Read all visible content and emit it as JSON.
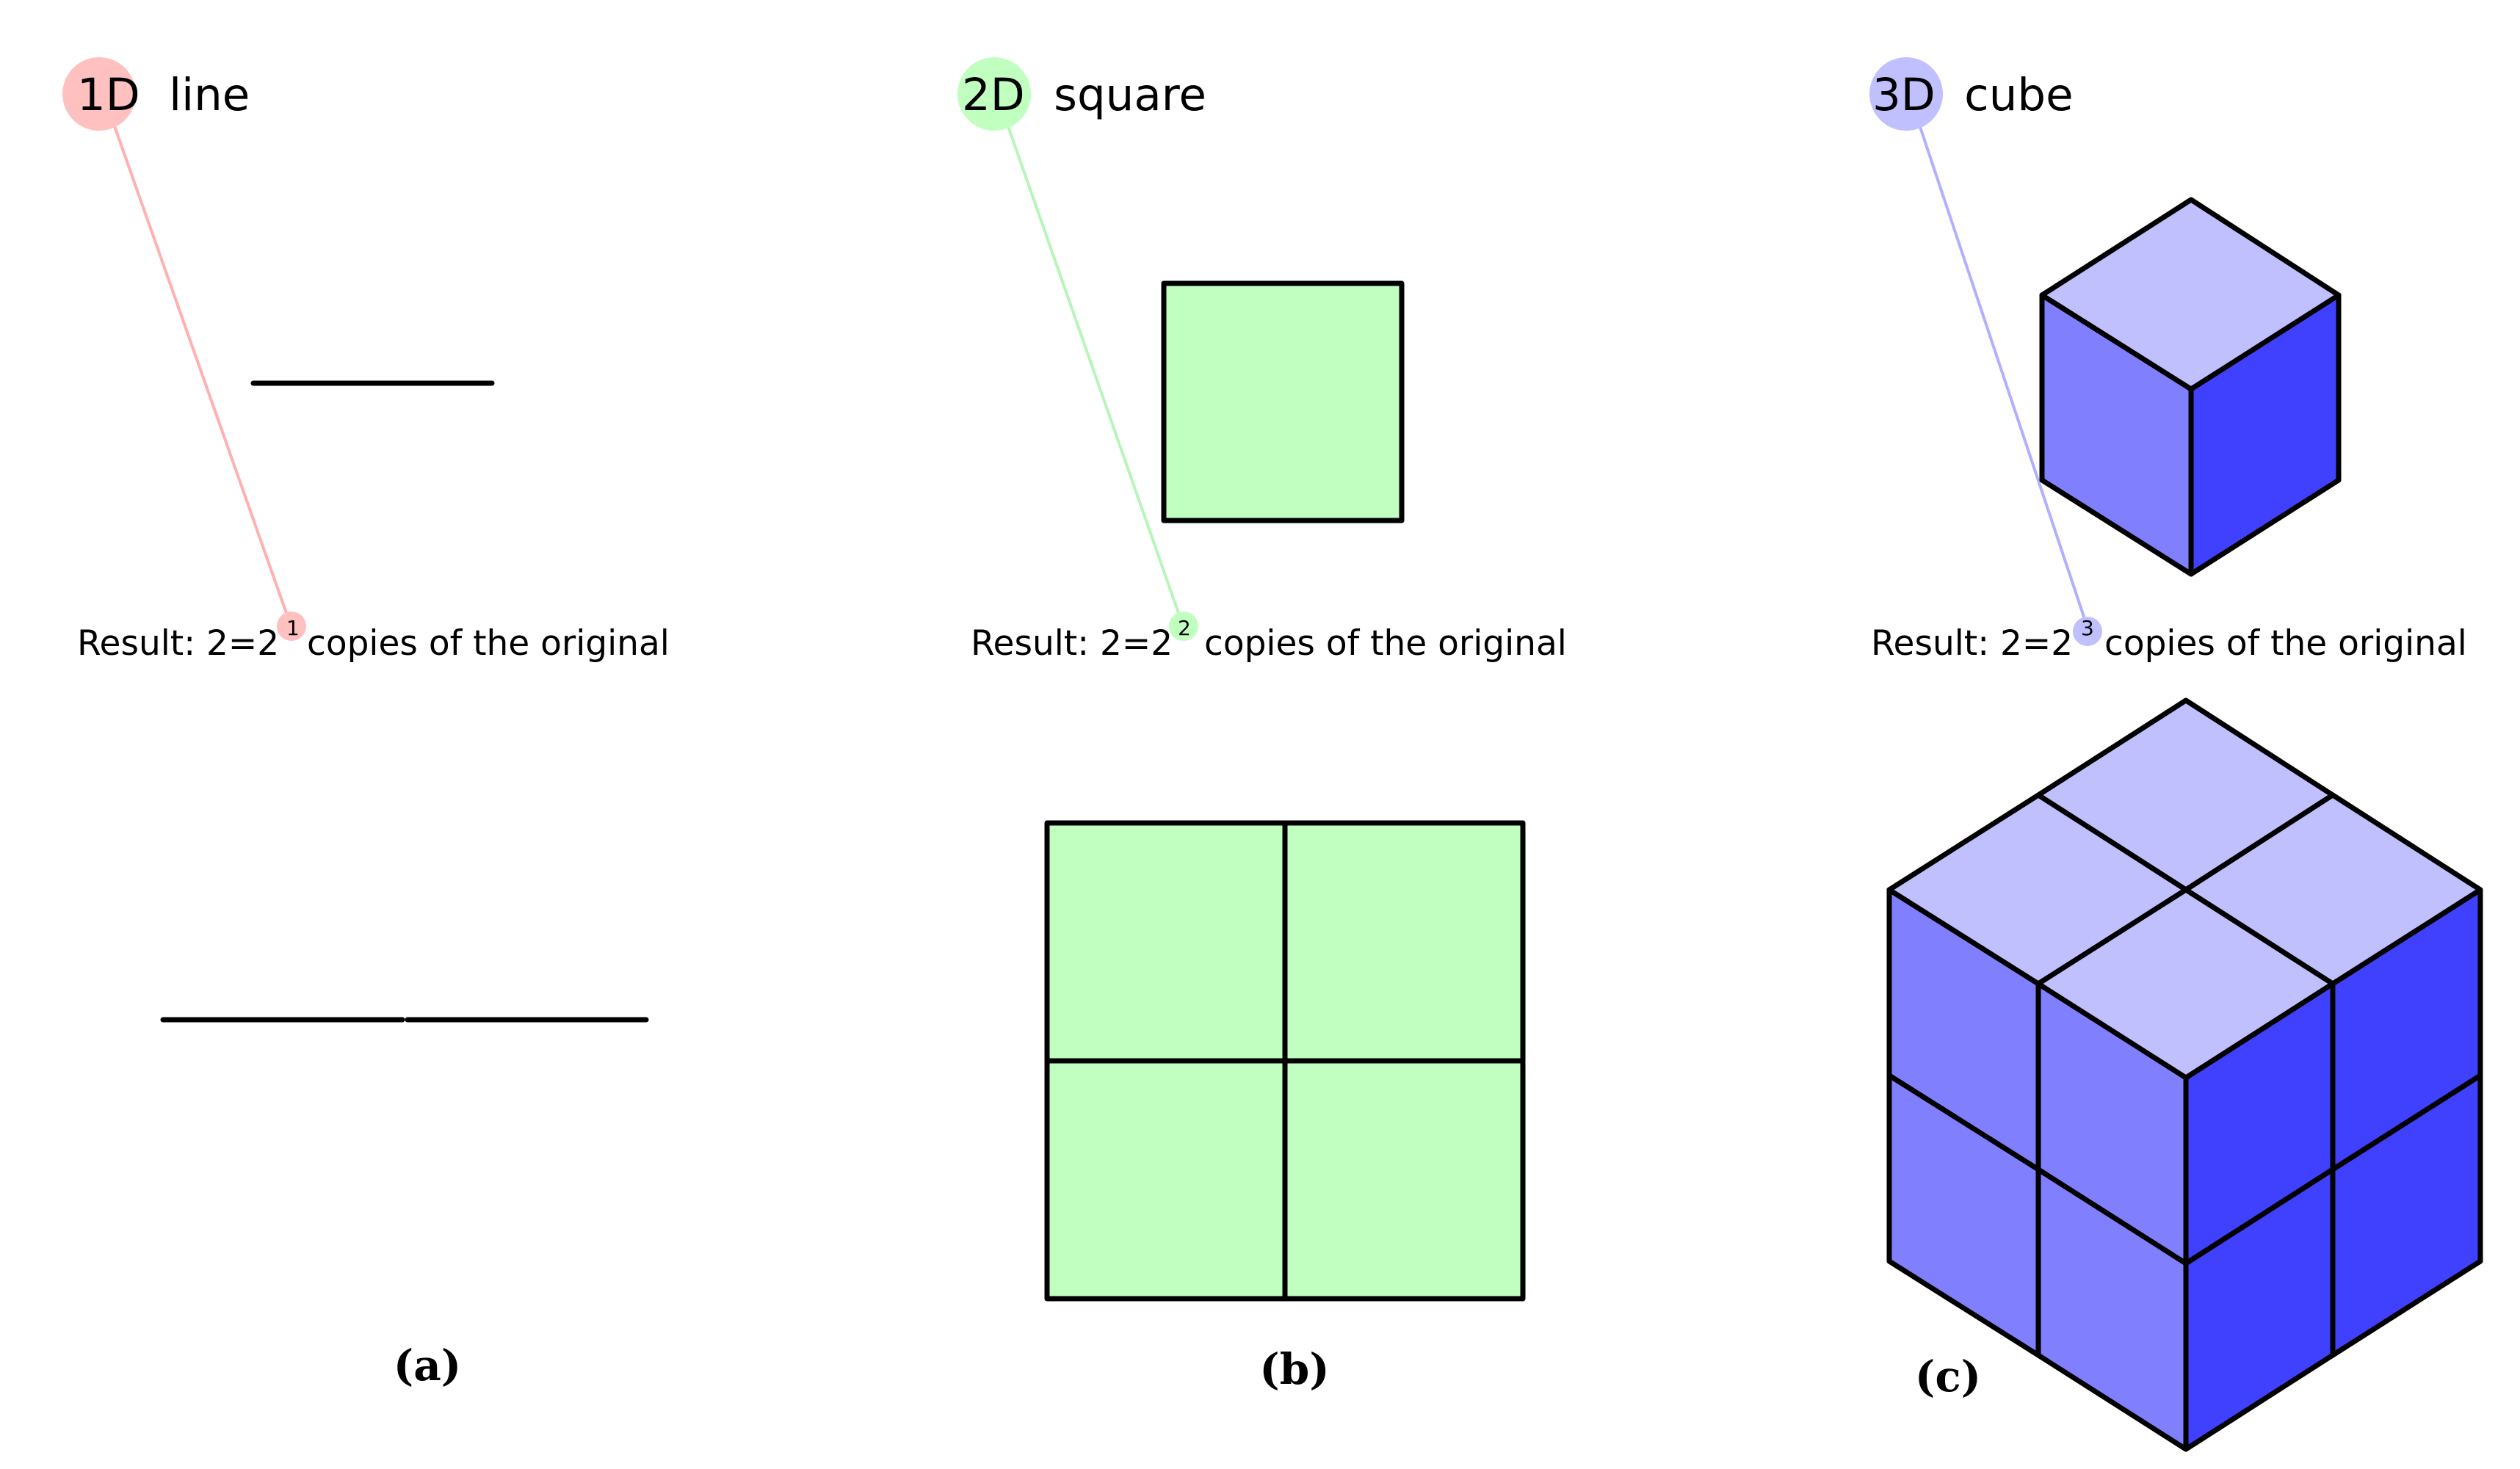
{
  "colors": {
    "red_badge": "#ffc0c0",
    "red_leader": "#ffb0b0",
    "green_fill": "#c0ffc0",
    "green_leader": "#b8f5b8",
    "blue_top": "#c0c0ff",
    "blue_left": "#8080ff",
    "blue_right": "#4040ff",
    "blue_leader": "#b0b0ff",
    "stroke": "#000000"
  },
  "panels": [
    {
      "badge": "1D",
      "name": "line",
      "result_prefix": "Result: 2=2",
      "exponent": "1",
      "result_suffix": "copies of the original",
      "caption": "(a)"
    },
    {
      "badge": "2D",
      "name": "square",
      "result_prefix": "Result: 2=2",
      "exponent": "2",
      "result_suffix": "copies of the original",
      "caption": "(b)"
    },
    {
      "badge": "3D",
      "name": "cube",
      "result_prefix": "Result: 2=2",
      "exponent": "3",
      "result_suffix": "copies of the original",
      "caption": "(c)"
    }
  ]
}
